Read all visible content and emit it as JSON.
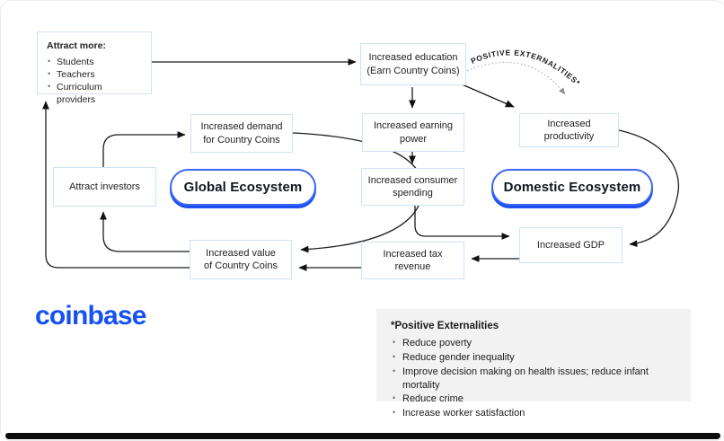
{
  "nodes": {
    "attract_more": {
      "title": "Attract more:",
      "items": [
        "Students",
        "Teachers",
        "Curriculum providers"
      ]
    },
    "increased_education": "Increased education\n(Earn Country Coins)",
    "increased_earning_power": "Increased earning\npower",
    "increased_productivity": "Increased\nproductivity",
    "increased_demand": "Increased demand\nfor Country Coins",
    "attract_investors": "Attract investors",
    "increased_consumer_spending": "Increased consumer\nspending",
    "increased_gdp": "Increased GDP",
    "increased_tax_revenue": "Increased tax\nrevenue",
    "increased_value": "Increased value\nof Country Coins"
  },
  "pills": {
    "global": "Global Ecosystem",
    "domestic": "Domestic Ecosystem"
  },
  "labels": {
    "positive_externalities_arc": "POSITIVE EXTERNALITIES*"
  },
  "logo": {
    "wordmark": "coinbase"
  },
  "externalities_panel": {
    "title": "*Positive Externalities",
    "items": [
      "Reduce poverty",
      "Reduce gender inequality",
      "Improve decision making on health issues; reduce infant mortality",
      "Reduce crime",
      "Increase worker satisfaction"
    ]
  },
  "colors": {
    "brand_blue": "#1652f0",
    "pill_border_blue": "#3b66f2",
    "node_border_blue": "#cfe2f6",
    "panel_gray": "#f2f2f2",
    "line_black": "#1c1c1c",
    "dotted_arc_gray": "#a8a8a8"
  }
}
